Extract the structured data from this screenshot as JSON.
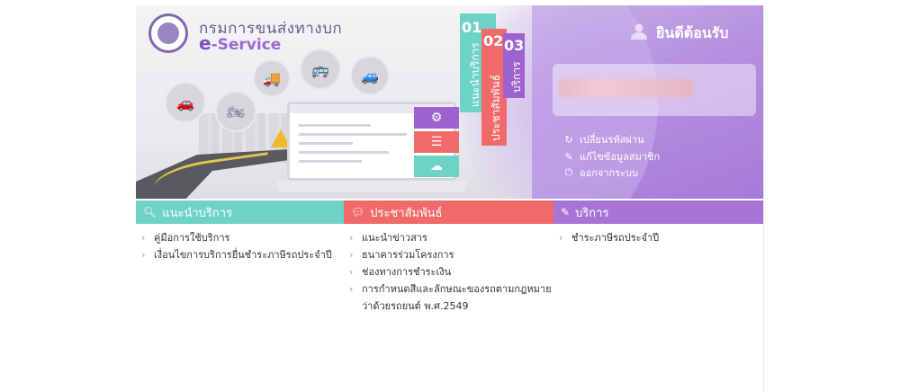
{
  "header": {
    "org_name": "กรมการขนส่งทางบก",
    "service_prefix": "e",
    "service_name": "-Service",
    "welcome": "ยินดีต้อนรับ"
  },
  "tabs": [
    {
      "num": "01",
      "label": "แนะนำบริการ",
      "color": "#6ed3c6"
    },
    {
      "num": "02",
      "label": "ประชาสัมพันธ์",
      "color": "#f06a6a"
    },
    {
      "num": "03",
      "label": "บริการ",
      "color": "#9d62cf"
    }
  ],
  "user_menu": [
    {
      "icon": "refresh-icon",
      "label": "เปลี่ยนรหัสผ่าน"
    },
    {
      "icon": "pencil-icon",
      "label": "แก้ไขข้อมูลสมาชิก"
    },
    {
      "icon": "power-icon",
      "label": "ออกจากระบบ"
    }
  ],
  "sections": [
    {
      "title": "แนะนำบริการ",
      "icon": "search-icon",
      "color": "#6ed3c6",
      "items": [
        "คู่มือการใช้บริการ",
        "เงื่อนไขการบริการยื่นชำระภาษีรถประจำปี"
      ]
    },
    {
      "title": "ประชาสัมพันธ์",
      "icon": "chat-icon",
      "color": "#f06a6a",
      "items": [
        "แนะนำข่าวสาร",
        "ธนาคารร่วมโครงการ",
        "ช่องทางการชำระเงิน",
        "การกำหนดสีและลักษณะของรถตามกฎหมายว่าด้วยรถยนต์ พ.ศ.2549"
      ]
    },
    {
      "title": "บริการ",
      "icon": "pencil-icon",
      "color": "#a874d8",
      "items": [
        "ชำระภาษีรถประจำปี"
      ]
    }
  ]
}
